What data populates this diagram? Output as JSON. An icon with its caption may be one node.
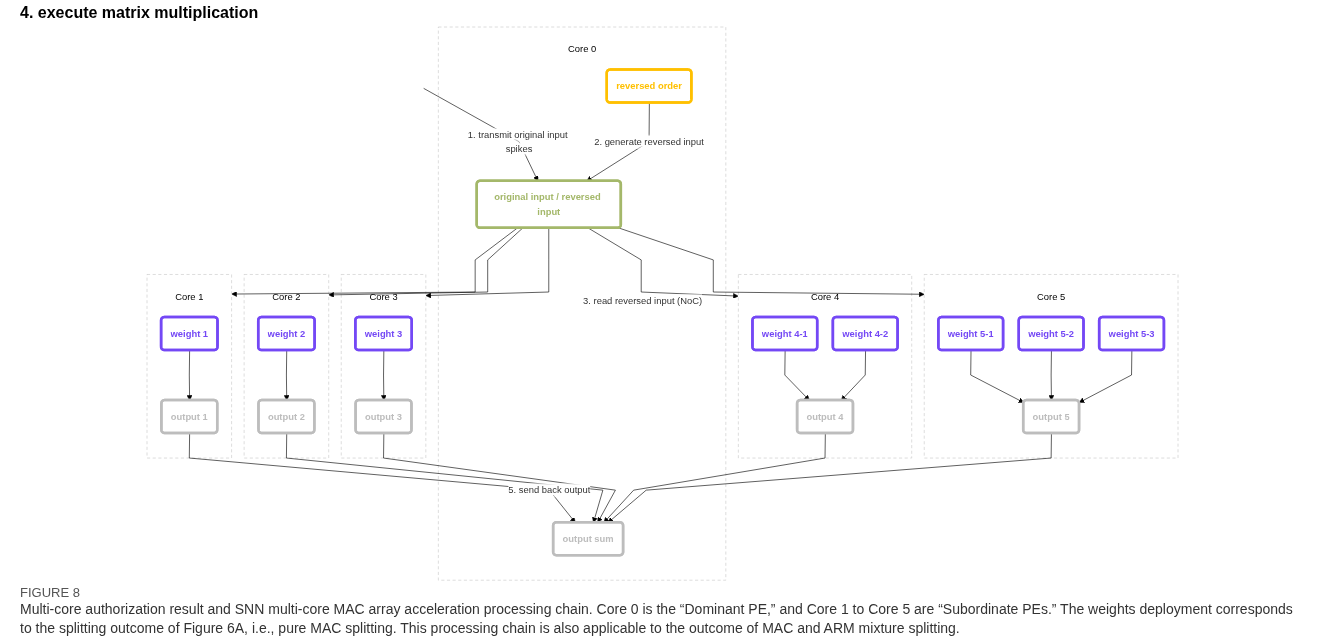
{
  "diagram": {
    "title": "FIGURE 8",
    "caption": "Multi-core authorization result and SNN multi-core MAC array acceleration processing chain. Core 0 is the “Dominant PE,” and Core 1 to Core 5 are “Subordinate PEs.” The weights deployment corresponds to the splitting outcome of Figure 6A, i.e., pure MAC splitting. This processing chain is also applicable to the outcome of MAC and ARM mixture splitting.",
    "nodes": [
      {
        "text": [
          "Core 0"
        ]
      },
      {
        "text": [
          "original input / reversed input"
        ],
        "in": 0
      },
      {
        "text": [
          "reversed order"
        ],
        "in": 0
      },
      {
        "text": [
          "output sum"
        ],
        "in": 0
      },
      {
        "text": [
          "Core 1"
        ]
      },
      {
        "text": [
          "weight 1"
        ],
        "in": 4
      },
      {
        "text": [
          "output 1"
        ],
        "in": 4
      },
      {
        "text": [
          "Core 2"
        ]
      },
      {
        "text": [
          "weight 2"
        ],
        "in": 7
      },
      {
        "text": [
          "output 2"
        ],
        "in": 7
      },
      {
        "text": [
          "Core 3"
        ]
      },
      {
        "text": [
          "weight 3"
        ],
        "in": 10
      },
      {
        "text": [
          "output 3"
        ],
        "in": 10
      },
      {
        "text": [
          "Core 4"
        ]
      },
      {
        "text": [
          "weight 4-1"
        ],
        "in": 13
      },
      {
        "text": [
          "weight 4-2"
        ],
        "in": 13
      },
      {
        "text": [
          "output 4"
        ],
        "in": 13
      },
      {
        "text": [
          "Core 5"
        ]
      },
      {
        "text": [
          "weight 5-1"
        ],
        "in": 17
      },
      {
        "text": [
          "weight 5-2"
        ],
        "in": 17
      },
      {
        "text": [
          "weight 5-3"
        ],
        "in": 17
      },
      {
        "text": [
          "output 5"
        ],
        "in": 17
      }
    ],
    "edges": [
      {
        "from": null,
        "to": 1,
        "arrow": "to",
        "label": "1. transmit original input spikes"
      },
      {
        "from": 2,
        "to": 1,
        "arrow": "to",
        "label": "2. generate reversed input"
      },
      {
        "from": 1,
        "to": 4,
        "arrow": "to"
      },
      {
        "from": 1,
        "to": 7,
        "arrow": "to"
      },
      {
        "from": 1,
        "to": 10,
        "arrow": "to"
      },
      {
        "from": 1,
        "to": 13,
        "arrow": "to",
        "label": "3. read reversed input (NoC)"
      },
      {
        "from": 1,
        "to": 17,
        "arrow": "to"
      },
      {
        "from": 5,
        "to": 6,
        "arrow": "to"
      },
      {
        "from": 8,
        "to": 9,
        "arrow": "to"
      },
      {
        "from": 11,
        "to": 12,
        "arrow": "to"
      },
      {
        "from": 14,
        "to": 16,
        "arrow": "to"
      },
      {
        "from": 15,
        "to": 16,
        "arrow": "to"
      },
      {
        "from": 18,
        "to": 21,
        "arrow": "to"
      },
      {
        "from": 19,
        "to": 21,
        "arrow": "to"
      },
      {
        "from": 20,
        "to": 21,
        "arrow": "to"
      },
      {
        "from": 6,
        "to": 3,
        "arrow": "to",
        "label": "5. send back output"
      },
      {
        "from": 9,
        "to": 3,
        "arrow": "to"
      },
      {
        "from": 12,
        "to": 3,
        "arrow": "to"
      },
      {
        "from": 16,
        "to": 3,
        "arrow": "to"
      },
      {
        "from": 21,
        "to": 3,
        "arrow": "to"
      }
    ],
    "labels": [
      "4. execute matrix multiplication"
    ]
  }
}
